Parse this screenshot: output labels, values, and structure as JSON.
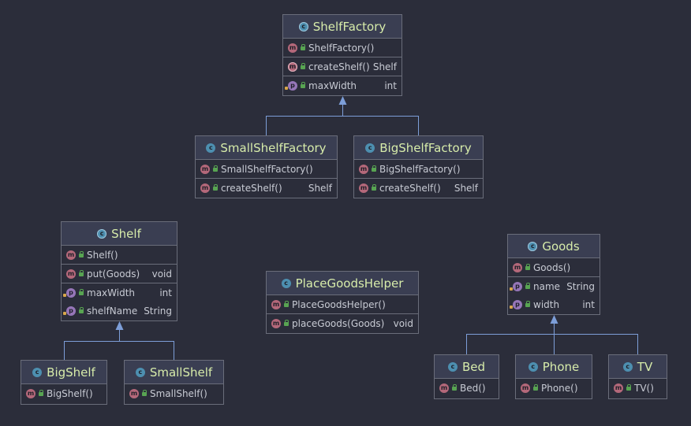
{
  "colors": {
    "background": "#2b2d3a",
    "header": "#3a3e52",
    "class_name": "#d7ecaa",
    "border": "#6a6d7a",
    "arrow": "#7d9ed8",
    "class_icon": "#4d8fb0",
    "method_icon": "#b4687a",
    "field_icon": "#9676b8",
    "public_lock": "#58a452"
  },
  "classes": {
    "shelf_factory": {
      "name": "ShelfFactory",
      "icon": "abstract-class-icon",
      "constructor": "ShelfFactory()",
      "method": "createShelf()",
      "method_type": "Shelf",
      "field": "maxWidth",
      "field_type": "int"
    },
    "small_shelf_factory": {
      "name": "SmallShelfFactory",
      "icon": "class-icon",
      "constructor": "SmallShelfFactory()",
      "method": "createShelf()",
      "method_type": "Shelf"
    },
    "big_shelf_factory": {
      "name": "BigShelfFactory",
      "icon": "class-icon",
      "constructor": "BigShelfFactory()",
      "method": "createShelf()",
      "method_type": "Shelf"
    },
    "shelf": {
      "name": "Shelf",
      "icon": "abstract-class-icon",
      "constructor": "Shelf()",
      "method": "put(Goods)",
      "method_type": "void",
      "field1": "maxWidth",
      "field1_type": "int",
      "field2": "shelfName",
      "field2_type": "String"
    },
    "place_goods_helper": {
      "name": "PlaceGoodsHelper",
      "icon": "class-icon",
      "constructor": "PlaceGoodsHelper()",
      "method": "placeGoods(Goods)",
      "method_type": "void"
    },
    "goods": {
      "name": "Goods",
      "icon": "abstract-class-icon",
      "constructor": "Goods()",
      "field1": "name",
      "field1_type": "String",
      "field2": "width",
      "field2_type": "int"
    },
    "big_shelf": {
      "name": "BigShelf",
      "icon": "class-icon",
      "constructor": "BigShelf()"
    },
    "small_shelf": {
      "name": "SmallShelf",
      "icon": "class-icon",
      "constructor": "SmallShelf()"
    },
    "bed": {
      "name": "Bed",
      "icon": "class-icon",
      "constructor": "Bed()"
    },
    "phone": {
      "name": "Phone",
      "icon": "class-icon",
      "constructor": "Phone()"
    },
    "tv": {
      "name": "TV",
      "icon": "class-icon",
      "constructor": "TV()"
    }
  },
  "icon_letters": {
    "class": "c",
    "method": "m",
    "field": "p"
  },
  "relations": [
    {
      "type": "inheritance",
      "from": [
        "SmallShelfFactory",
        "BigShelfFactory"
      ],
      "to": "ShelfFactory"
    },
    {
      "type": "inheritance",
      "from": [
        "BigShelf",
        "SmallShelf"
      ],
      "to": "Shelf"
    },
    {
      "type": "inheritance",
      "from": [
        "Bed",
        "Phone",
        "TV"
      ],
      "to": "Goods"
    }
  ]
}
